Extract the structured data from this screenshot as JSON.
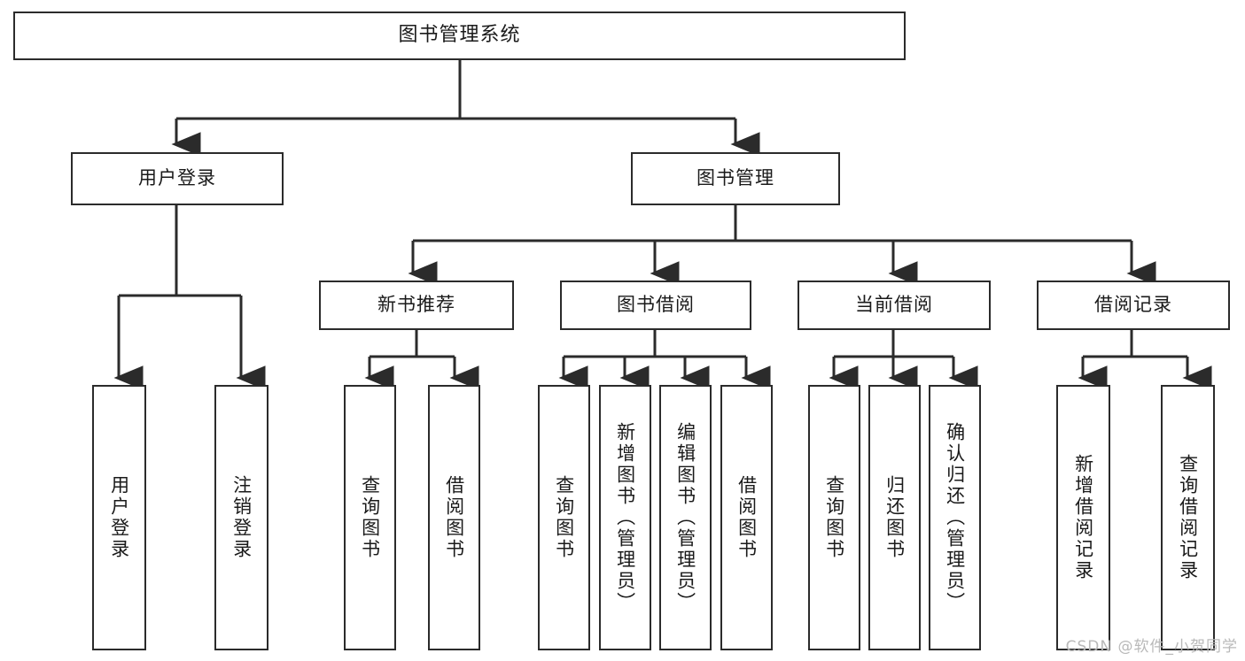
{
  "diagram": {
    "title": "图书管理系统",
    "type": "functional-structure-tree",
    "watermark": "CSDN @软件_小贺同学",
    "colors": {
      "stroke": "#2b2b2b",
      "fill": "#ffffff",
      "text": "#1a1a1a",
      "watermark": "#b9b9b9"
    },
    "levels": {
      "root": {
        "label": "图书管理系统"
      },
      "level2": [
        {
          "id": "user-login",
          "label": "用户登录"
        },
        {
          "id": "book-manage",
          "label": "图书管理"
        }
      ],
      "level3": [
        {
          "id": "new-book-recommend",
          "label": "新书推荐"
        },
        {
          "id": "book-borrow",
          "label": "图书借阅"
        },
        {
          "id": "current-borrow",
          "label": "当前借阅"
        },
        {
          "id": "borrow-record",
          "label": "借阅记录"
        }
      ],
      "leaves": [
        {
          "id": "leaf-user-login",
          "label": "用户登录",
          "parent": "user-login"
        },
        {
          "id": "leaf-logout-login",
          "label": "注销登录",
          "parent": "user-login"
        },
        {
          "id": "leaf-query-book-1",
          "label": "查询图书",
          "parent": "new-book-recommend"
        },
        {
          "id": "leaf-borrow-book-1",
          "label": "借阅图书",
          "parent": "new-book-recommend"
        },
        {
          "id": "leaf-query-book-2",
          "label": "查询图书",
          "parent": "book-borrow"
        },
        {
          "id": "leaf-add-book",
          "label": "新增图书（管理员）",
          "parent": "book-borrow"
        },
        {
          "id": "leaf-edit-book",
          "label": "编辑图书（管理员）",
          "parent": "book-borrow"
        },
        {
          "id": "leaf-borrow-book-2",
          "label": "借阅图书",
          "parent": "book-borrow"
        },
        {
          "id": "leaf-query-book-3",
          "label": "查询图书",
          "parent": "current-borrow"
        },
        {
          "id": "leaf-return-book",
          "label": "归还图书",
          "parent": "current-borrow"
        },
        {
          "id": "leaf-confirm-return",
          "label": "确认归还（管理员）",
          "parent": "current-borrow"
        },
        {
          "id": "leaf-add-record",
          "label": "新增借阅记录",
          "parent": "borrow-record"
        },
        {
          "id": "leaf-query-record",
          "label": "查询借阅记录",
          "parent": "borrow-record"
        }
      ]
    }
  }
}
